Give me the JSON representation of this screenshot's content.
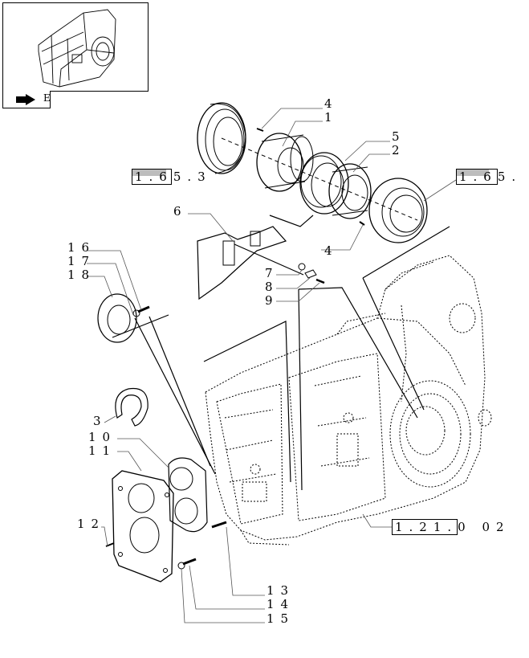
{
  "nav": {
    "tab_letter": "E"
  },
  "callouts": {
    "c4a": "4",
    "c1": "1",
    "c5": "5",
    "c2": "2",
    "c4b": "4",
    "c6": "6",
    "c16": "16",
    "c17": "17",
    "c18": "18",
    "c7": "7",
    "c8": "8",
    "c9": "9",
    "c3": "3",
    "c10": "10",
    "c11": "11",
    "c12": "12",
    "c13": "13",
    "c14": "14",
    "c15": "15"
  },
  "refs": {
    "left": "1.65.3",
    "right": "1.65.",
    "bottom": "1.21.0 02"
  }
}
